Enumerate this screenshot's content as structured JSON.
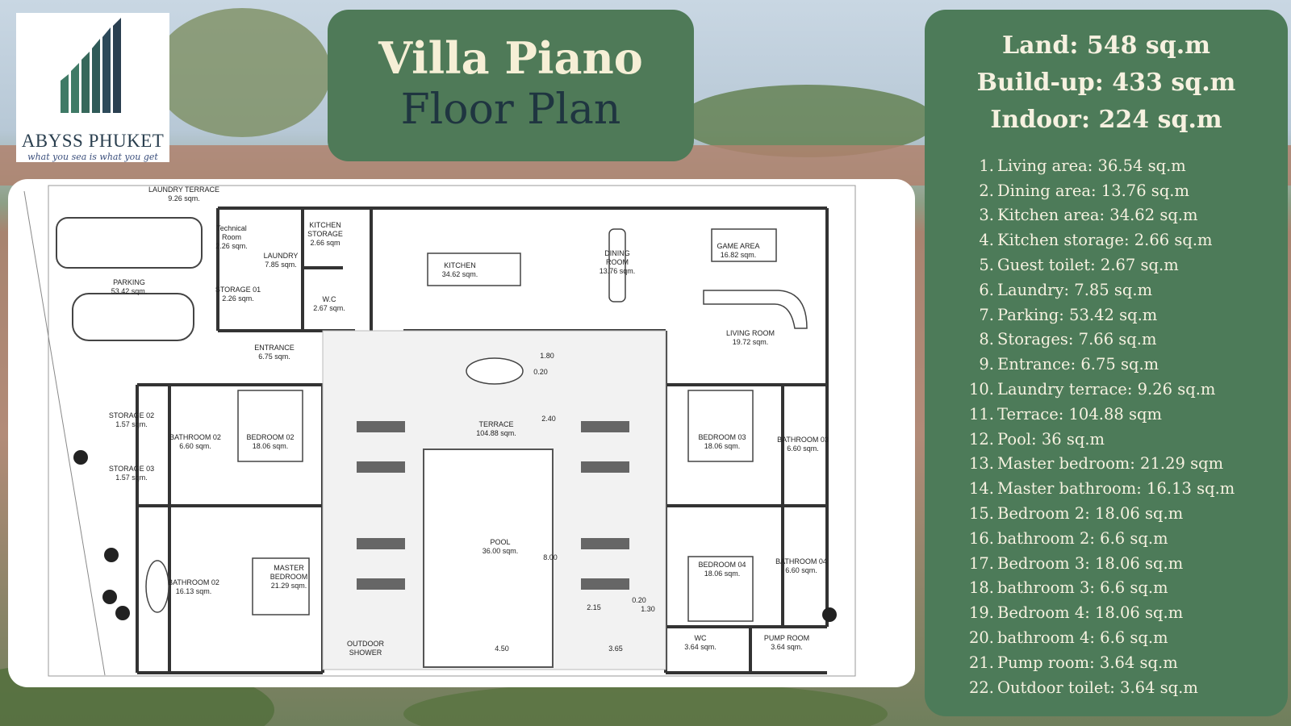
{
  "logo": {
    "name": "ABYSS PHUKET",
    "tagline": "what you sea is what you get",
    "icon": "building-bars-icon"
  },
  "title": {
    "line1": "Villa Piano",
    "line2": "Floor Plan"
  },
  "areas": {
    "land": "Land: 548 sq.m",
    "buildup": "Build-up: 433 sq.m",
    "indoor": "Indoor: 224 sq.m"
  },
  "rooms": [
    {
      "num": "1.",
      "text": "Living area: 36.54 sq.m"
    },
    {
      "num": "2.",
      "text": "Dining area: 13.76 sq.m"
    },
    {
      "num": "3.",
      "text": "Kitchen area: 34.62 sq.m"
    },
    {
      "num": "4.",
      "text": "Kitchen storage: 2.66 sq.m"
    },
    {
      "num": "5.",
      "text": "Guest toilet: 2.67 sq.m"
    },
    {
      "num": "6.",
      "text": "Laundry: 7.85 sq.m"
    },
    {
      "num": "7.",
      "text": "Parking: 53.42 sq.m"
    },
    {
      "num": "8.",
      "text": "Storages: 7.66 sq.m"
    },
    {
      "num": "9.",
      "text": "Entrance: 6.75 sq.m"
    },
    {
      "num": "10.",
      "text": "Laundry terrace: 9.26 sq.m"
    },
    {
      "num": "11.",
      "text": "Terrace: 104.88 sqm"
    },
    {
      "num": "12.",
      "text": "Pool: 36 sq.m"
    },
    {
      "num": "13.",
      "text": "Master bedroom: 21.29 sqm"
    },
    {
      "num": "14.",
      "text": "Master bathroom: 16.13 sq.m"
    },
    {
      "num": "15.",
      "text": "Bedroom 2: 18.06 sq.m"
    },
    {
      "num": "16.",
      "text": "bathroom 2: 6.6 sq.m"
    },
    {
      "num": "17.",
      "text": "Bedroom 3: 18.06 sq.m"
    },
    {
      "num": "18.",
      "text": "bathroom 3: 6.6 sq.m"
    },
    {
      "num": "19.",
      "text": "Bedroom 4: 18.06 sq.m"
    },
    {
      "num": "20.",
      "text": "bathroom 4: 6.6 sq.m"
    },
    {
      "num": "21.",
      "text": "Pump room: 3.64 sq.m"
    },
    {
      "num": "22.",
      "text": "Outdoor toilet: 3.64 sq.m"
    }
  ],
  "plan_labels": {
    "laundry_terrace": [
      "LAUNDRY TERRACE",
      "9.26 sqm."
    ],
    "technical_room": [
      "Technical",
      "Room",
      "2.26 sqm."
    ],
    "laundry": [
      "LAUNDRY",
      "7.85 sqm."
    ],
    "kitchen_storage": [
      "KITCHEN",
      "STORAGE",
      "2.66 sqm"
    ],
    "wc_guest": [
      "W.C",
      "2.67 sqm."
    ],
    "storage01": [
      "STORAGE 01",
      "2.26 sqm."
    ],
    "parking": [
      "PARKING",
      "53.42 sqm."
    ],
    "kitchen": [
      "KITCHEN",
      "34.62 sqm."
    ],
    "dining": [
      "DINING",
      "ROOM",
      "13.76 sqm."
    ],
    "game_area": [
      "GAME AREA",
      "16.82 sqm."
    ],
    "living_room": [
      "LIVING ROOM",
      "19.72 sqm."
    ],
    "entrance": [
      "ENTRANCE",
      "6.75 sqm."
    ],
    "storage02": [
      "STORAGE 02",
      "1.57 sqm."
    ],
    "storage03": [
      "STORAGE 03",
      "1.57 sqm."
    ],
    "bathroom02": [
      "BATHROOM 02",
      "6.60 sqm."
    ],
    "bedroom02": [
      "BEDROOM 02",
      "18.06 sqm."
    ],
    "terrace": [
      "TERRACE",
      "104.88 sqm."
    ],
    "bedroom03": [
      "BEDROOM 03",
      "18.06 sqm."
    ],
    "bathroom03": [
      "BATHROOM 03",
      "6.60 sqm."
    ],
    "master_bath": [
      "BATHROOM 02",
      "16.13 sqm."
    ],
    "master_bed": [
      "MASTER",
      "BEDROOM",
      "21.29 sqm."
    ],
    "pool": [
      "POOL",
      "36.00 sqm."
    ],
    "bedroom04": [
      "BEDROOM 04",
      "18.06 sqm."
    ],
    "bathroom04": [
      "BATHROOM 04",
      "6.60 sqm."
    ],
    "outdoor_shower": [
      "OUTDOOR",
      "SHOWER"
    ],
    "wc_outdoor": [
      "WC",
      "3.64 sqm."
    ],
    "pump_room": [
      "PUMP ROOM",
      "3.64 sqm."
    ],
    "dims": {
      "d180": "1.80",
      "d020a": "0.20",
      "d240": "2.40",
      "d800": "8.00",
      "d215": "2.15",
      "d020b": "0.20",
      "d130": "1.30",
      "d450": "4.50",
      "d365": "3.65"
    }
  },
  "colors": {
    "panel_green": "#4d7b59",
    "title_cream": "#f6efd6",
    "title_navy": "#1f3540"
  }
}
